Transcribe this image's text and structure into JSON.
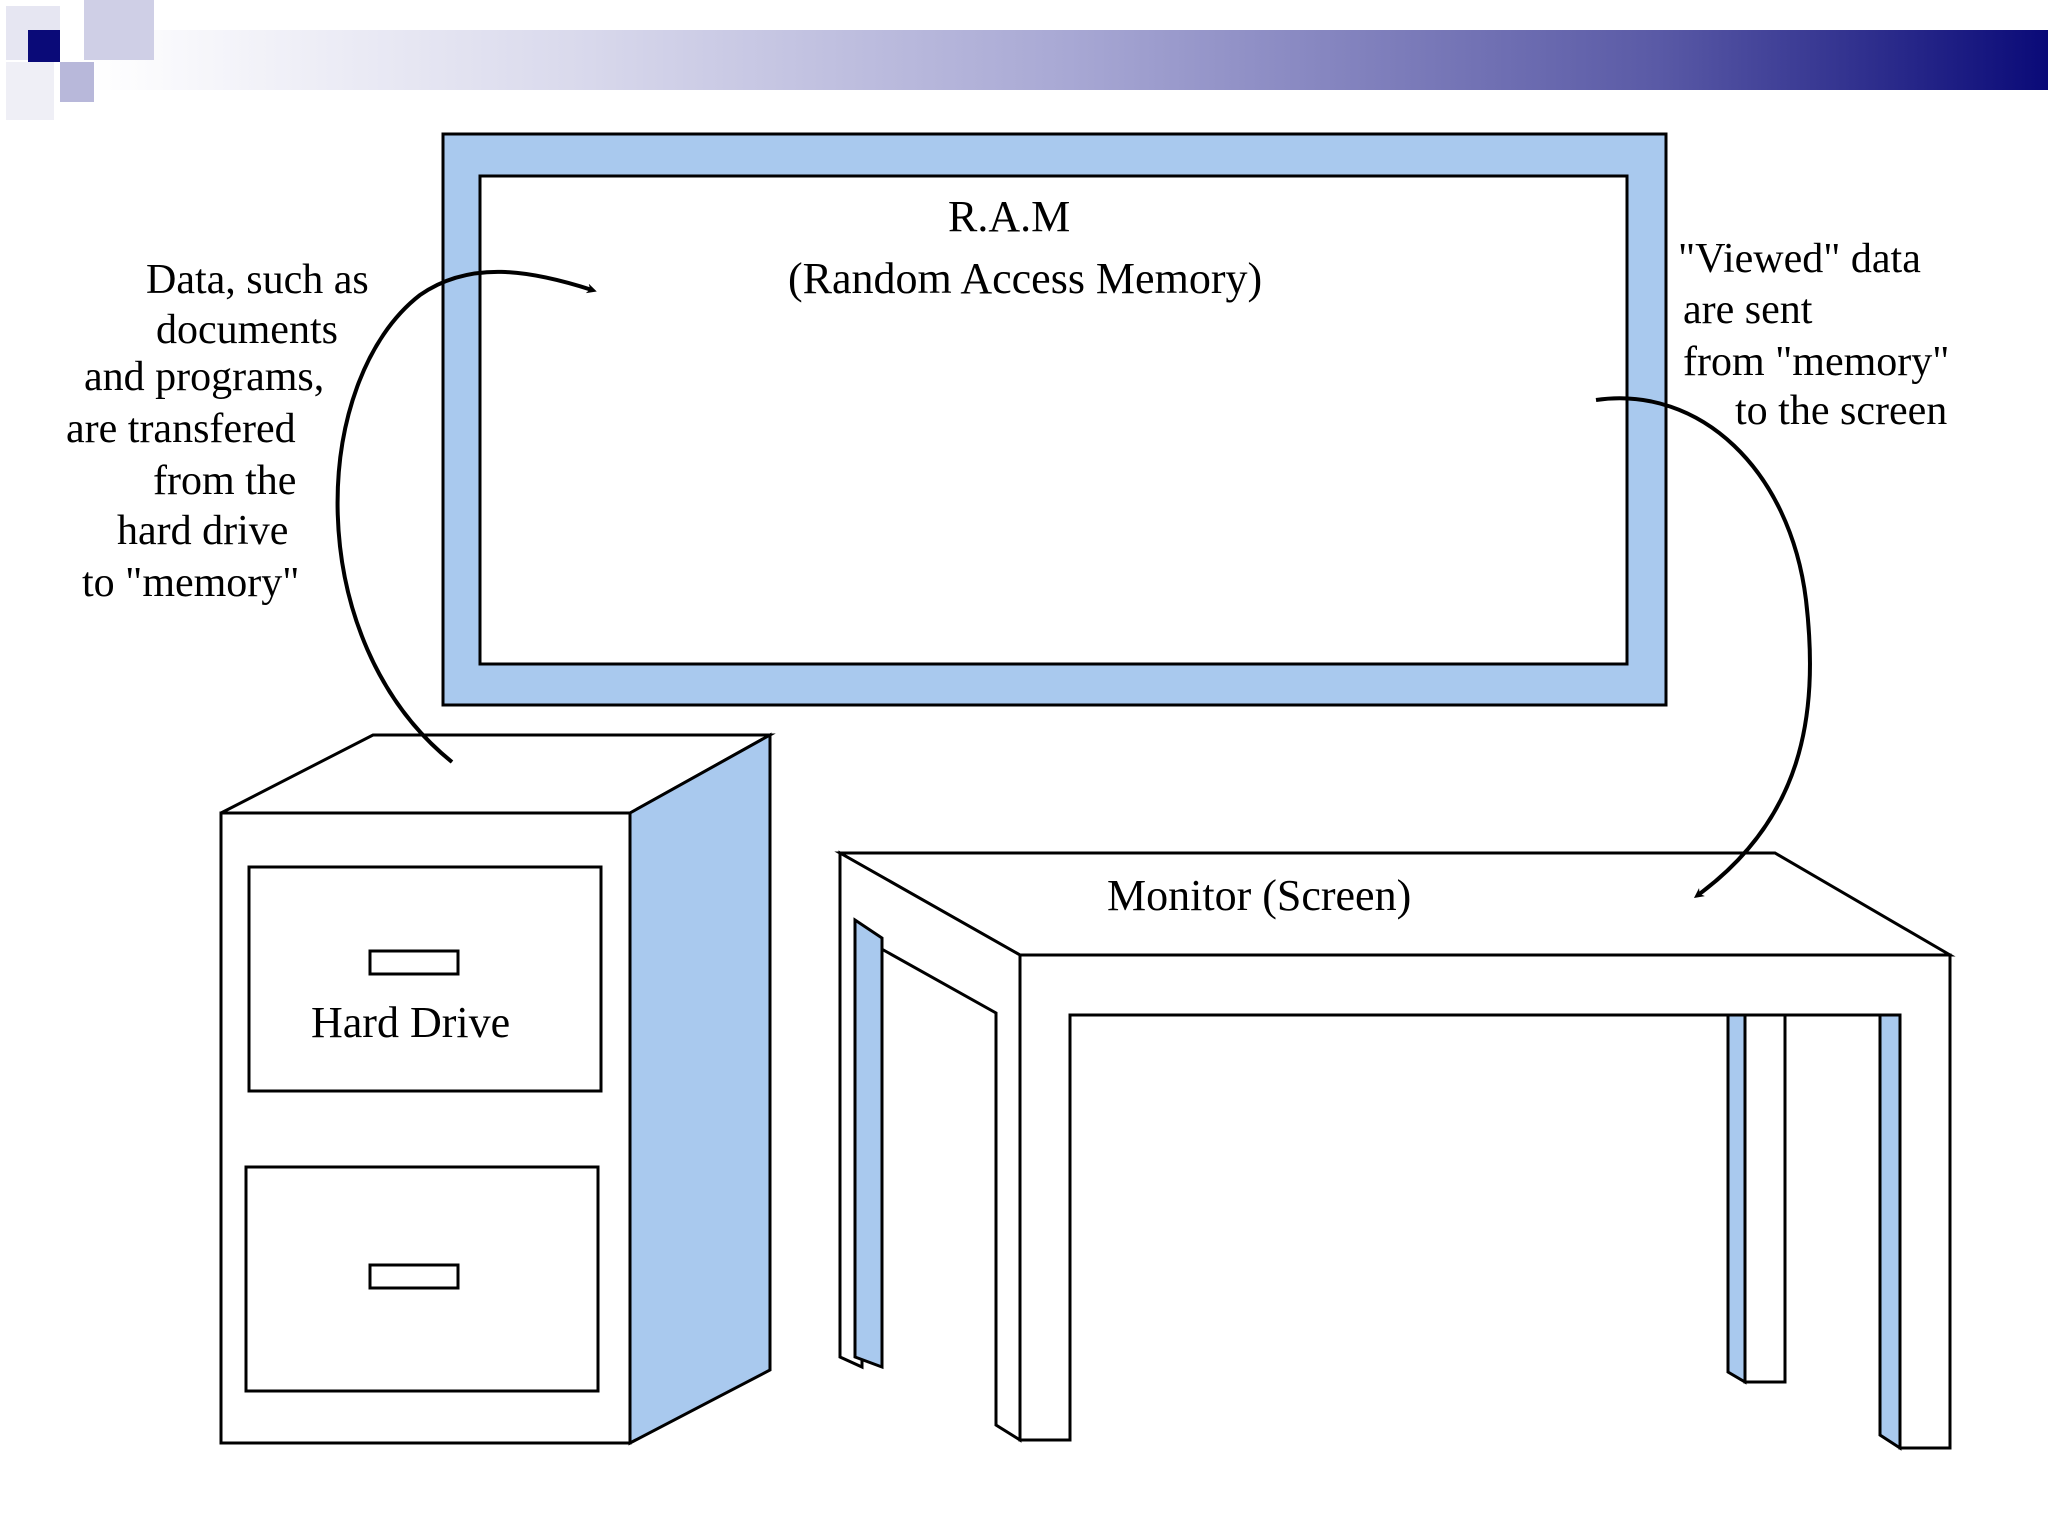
{
  "slide": {
    "accent_colors": {
      "banner_dark": "#0a0a78",
      "fill_light_blue": "#a9c9ee",
      "outline": "#000000"
    }
  },
  "diagram": {
    "ram": {
      "title": "R.A.M",
      "subtitle": "(Random Access Memory)"
    },
    "hard_drive": {
      "label": "Hard Drive"
    },
    "monitor": {
      "label": "Monitor (Screen)"
    },
    "notes": {
      "to_memory": [
        "Data, such as",
        "documents",
        "and programs,",
        "are transfered",
        "from the",
        "hard drive",
        "to \"memory\""
      ],
      "to_screen": [
        "\"Viewed\" data",
        "are sent",
        "from \"memory\"",
        "to the screen"
      ]
    }
  }
}
